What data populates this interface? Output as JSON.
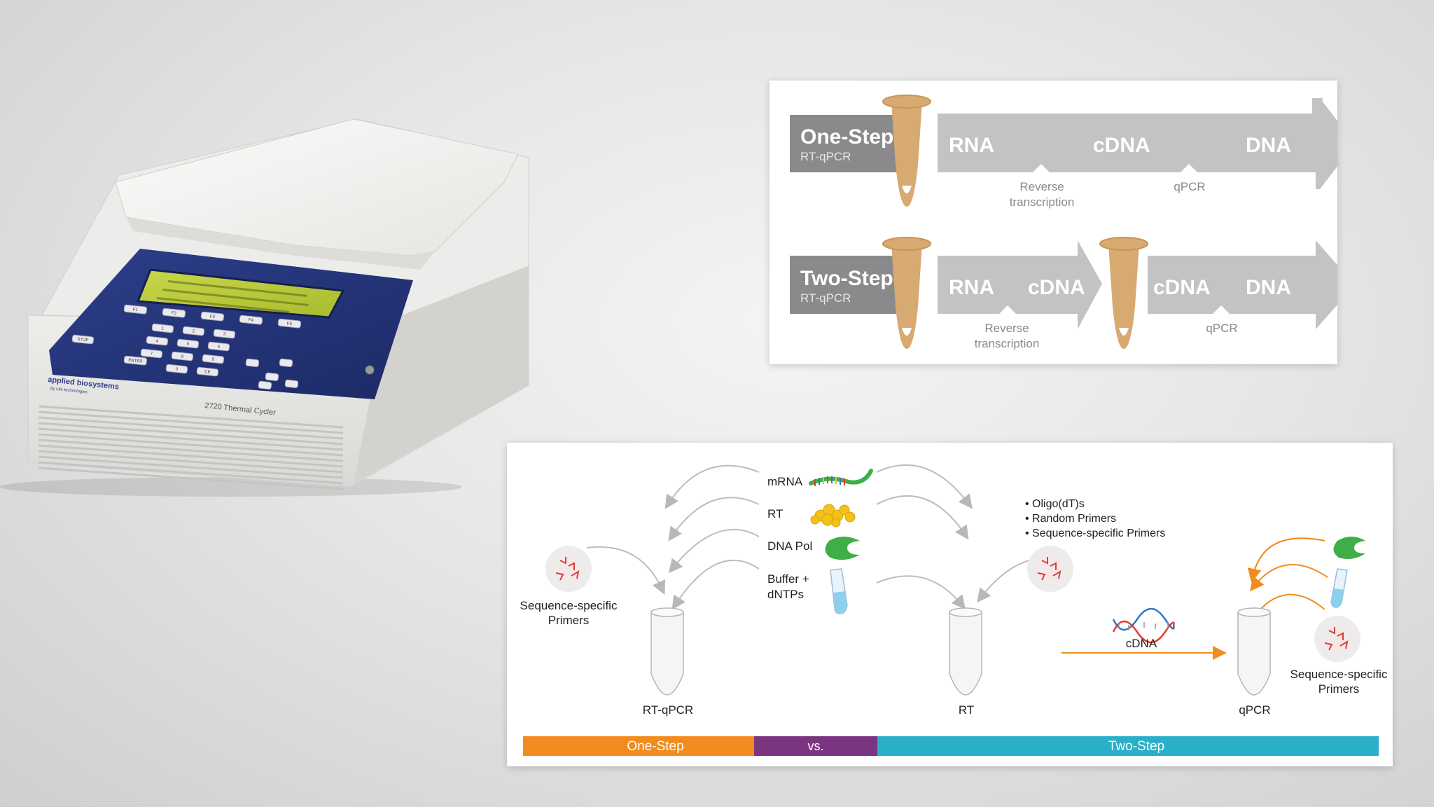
{
  "device": {
    "brand": "applied biosystems",
    "sub_brand": "by Life technologies",
    "model": "2720 Thermal Cycler",
    "keys_function": [
      "F1",
      "F2",
      "F3",
      "F4",
      "F5"
    ],
    "keys_numeric": [
      "1",
      "2",
      "3",
      "4",
      "5",
      "6",
      "7",
      "8",
      "9",
      "0",
      "CE"
    ],
    "keys_other": [
      "STOP",
      "ENTER"
    ]
  },
  "workflow": {
    "one_step": {
      "title": "One-Step",
      "subtitle": "RT-qPCR",
      "stages": [
        "RNA",
        "cDNA",
        "DNA"
      ],
      "steps": [
        [
          "Reverse",
          "transcription"
        ],
        [
          "qPCR"
        ]
      ]
    },
    "two_step": {
      "title": "Two-Step",
      "subtitle": "RT-qPCR",
      "first_stages": [
        "RNA",
        "cDNA"
      ],
      "second_stages": [
        "cDNA",
        "DNA"
      ],
      "steps": [
        [
          "Reverse",
          "transcription"
        ],
        [
          "qPCR"
        ]
      ]
    },
    "colors": {
      "tube": "#d7aa72",
      "box": "#8a8a8c",
      "arrow": "#bdbdbf",
      "text": "#ffffff"
    }
  },
  "protocol": {
    "reagents": [
      "mRNA",
      "RT",
      "DNA Pol",
      "Buffer +",
      "dNTPs"
    ],
    "primer_options": [
      "• Oligo(dT)s",
      "• Random Primers",
      "• Sequence-specific Primers"
    ],
    "left_primers": [
      "Sequence-specific",
      "Primers"
    ],
    "right_primers": [
      "Sequence-specific",
      "Primers"
    ],
    "tubes": [
      "RT-qPCR",
      "RT",
      "qPCR"
    ],
    "cdna_label": "cDNA",
    "bar": {
      "one_step": "One-Step",
      "vs": "vs.",
      "two_step": "Two-Step",
      "colors": {
        "one_step": "#f28c1e",
        "vs": "#7b3480",
        "two_step": "#2aafc9"
      }
    }
  }
}
